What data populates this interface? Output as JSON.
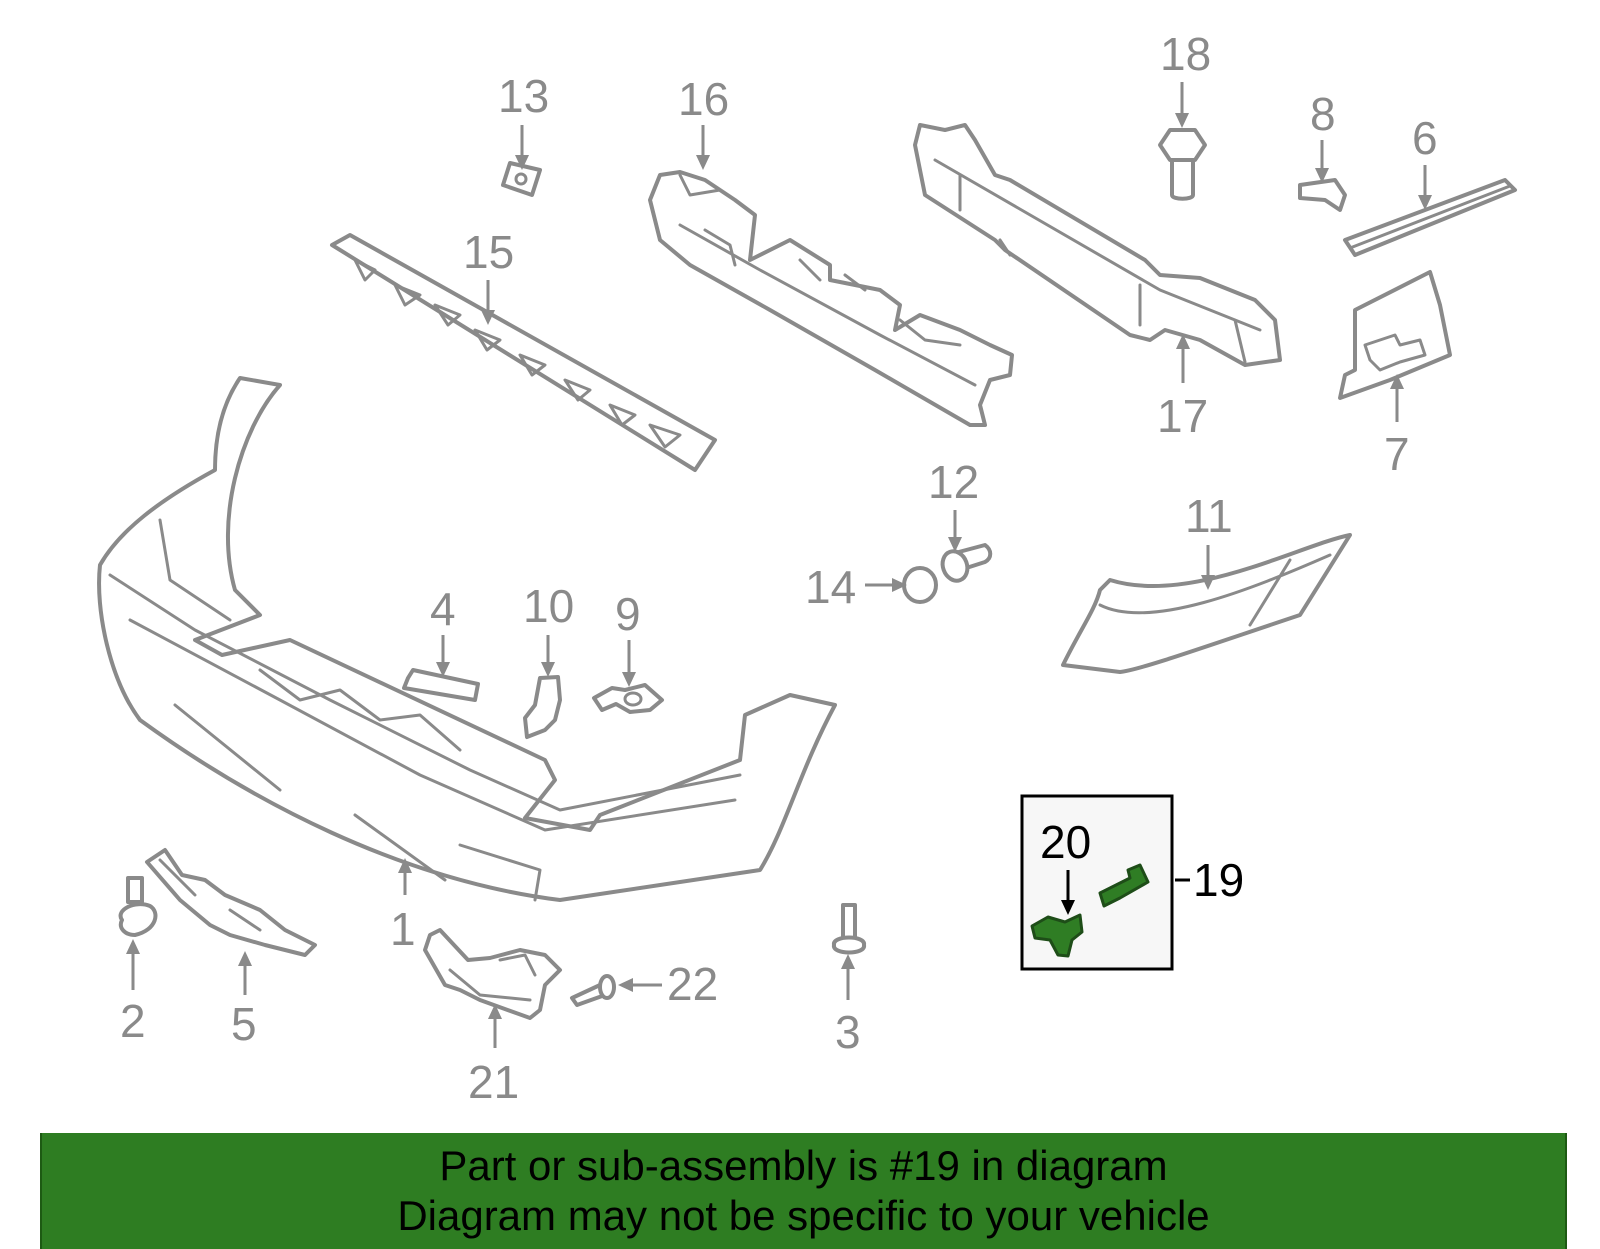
{
  "callouts": {
    "c1": "1",
    "c2": "2",
    "c3": "3",
    "c4": "4",
    "c5": "5",
    "c6": "6",
    "c7": "7",
    "c8": "8",
    "c9": "9",
    "c10": "10",
    "c11": "11",
    "c12": "12",
    "c13": "13",
    "c14": "14",
    "c15": "15",
    "c16": "16",
    "c17": "17",
    "c18": "18",
    "c19": "19",
    "c20": "20",
    "c21": "21",
    "c22": "22"
  },
  "highlighted_part": "19",
  "colors": {
    "line_art": "#8a8a8a",
    "highlight_fill": "#2f7d24",
    "banner_background": "#2e7d22",
    "highlight_text": "#000000"
  },
  "footer": {
    "line1": "Part or sub-assembly is #19 in diagram",
    "line2": "Diagram may not be specific to your vehicle"
  }
}
